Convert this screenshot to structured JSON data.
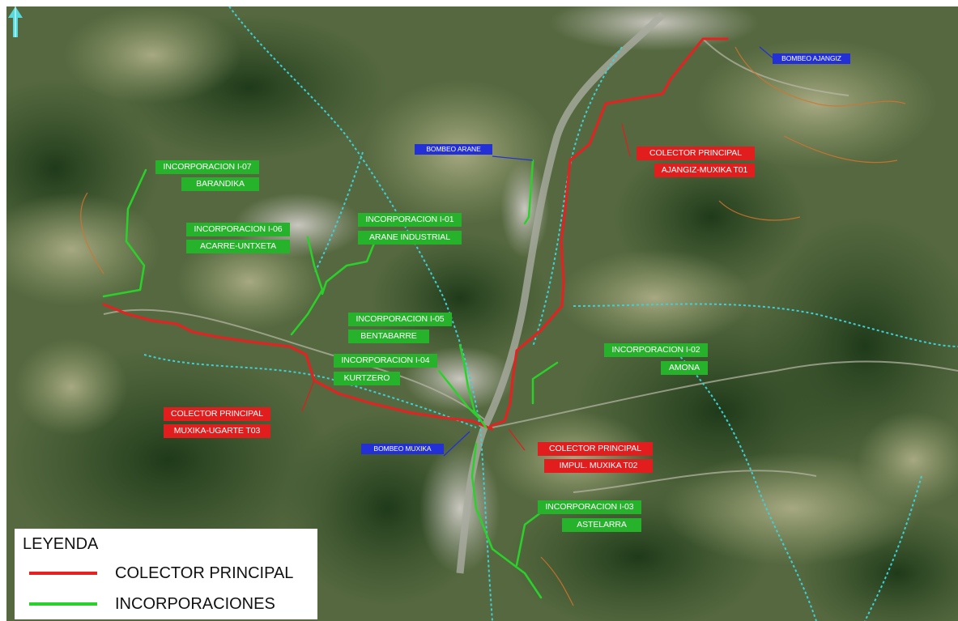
{
  "colors": {
    "collector": "#e52121",
    "incorporation": "#2bd12b",
    "pump": "#2230d6",
    "river": "#3fd0d6"
  },
  "labels": {
    "i07": [
      "INCORPORACION I-07",
      "BARANDIKA"
    ],
    "i06": [
      "INCORPORACION I-06",
      "ACARRE-UNTXETA"
    ],
    "i01": [
      "INCORPORACION I-01",
      "ARANE INDUSTRIAL"
    ],
    "i05": [
      "INCORPORACION I-05",
      "BENTABARRE"
    ],
    "i04": [
      "INCORPORACION I-04",
      "KURTZERO"
    ],
    "i02": [
      "INCORPORACION I-02",
      "AMONA"
    ],
    "i03": [
      "INCORPORACION I-03",
      "ASTELARRA"
    ],
    "cp_t01": [
      "COLECTOR PRINCIPAL",
      "AJANGIZ-MUXIKA T01"
    ],
    "cp_t02": [
      "COLECTOR PRINCIPAL",
      "IMPUL. MUXIKA T02"
    ],
    "cp_t03": [
      "COLECTOR PRINCIPAL",
      "MUXIKA-UGARTE T03"
    ],
    "bombeo_ajangiz": "BOMBEO AJANGIZ",
    "bombeo_arane": "BOMBEO ARANE",
    "bombeo_muxika": "BOMBEO MUXIKA"
  },
  "legend": {
    "title": "LEYENDA",
    "items": [
      {
        "label": "COLECTOR PRINCIPAL",
        "color": "#e52121"
      },
      {
        "label": "INCORPORACIONES",
        "color": "#2bd12b"
      }
    ]
  },
  "icons": {
    "north": "north-arrow-icon"
  }
}
